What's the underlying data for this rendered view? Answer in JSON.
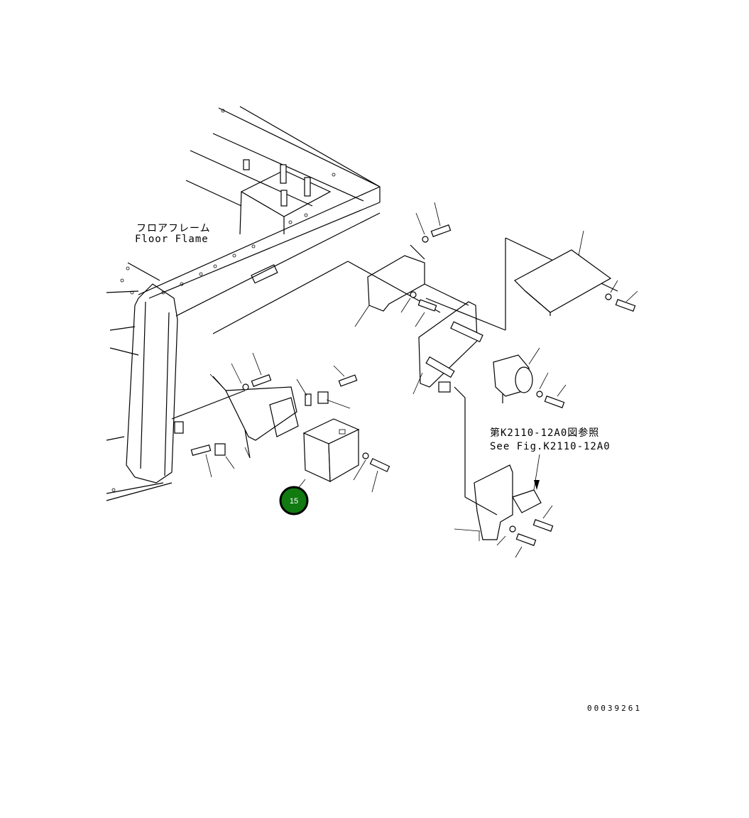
{
  "labels": {
    "floor_frame_jp": "フロアフレーム",
    "floor_frame_en": "Floor Flame",
    "ref_jp": "第K2110-12A0図参照",
    "ref_en": "See Fig.K2110-12A0",
    "drawing_number": "00039261"
  },
  "callouts": [
    {
      "number": "15",
      "color": "#117a11"
    }
  ]
}
